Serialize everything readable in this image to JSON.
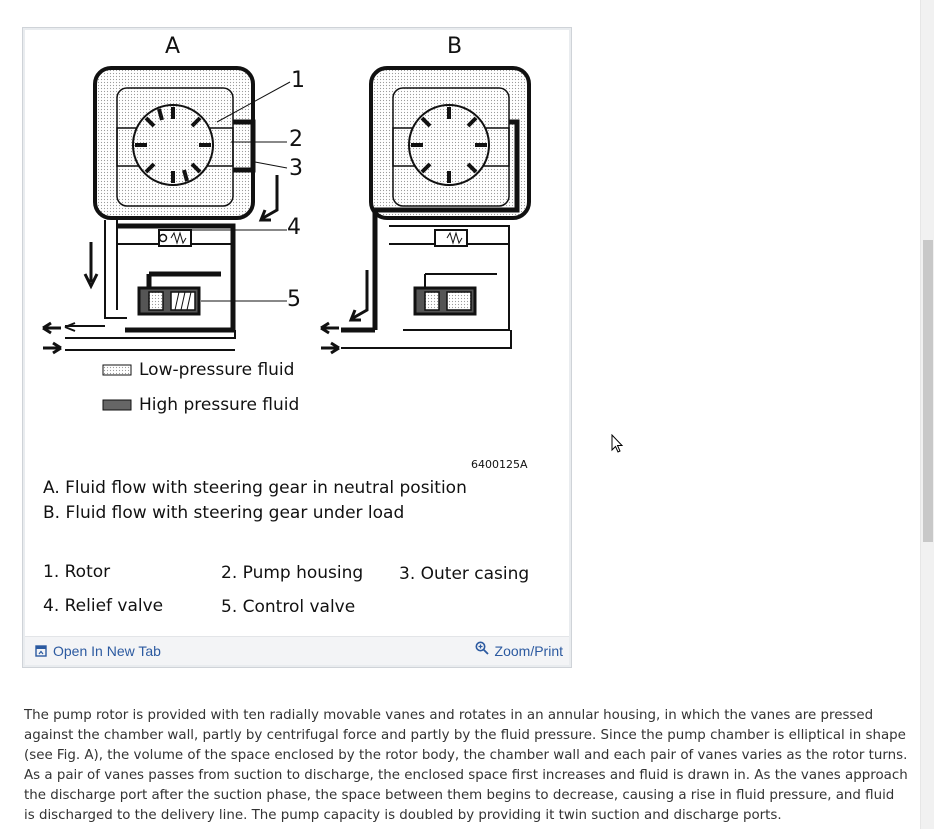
{
  "figure": {
    "panel_a_label": "A",
    "panel_b_label": "B",
    "callouts": [
      "1",
      "2",
      "3",
      "4",
      "5"
    ],
    "legend_low": "Low-pressure fluid",
    "legend_high": "High pressure fluid",
    "figure_code": "6400125A",
    "caption_a": "A. Fluid flow with steering gear in neutral position",
    "caption_b": "B. Fluid flow with steering gear under load",
    "parts": {
      "p1": "1. Rotor",
      "p2": "2. Pump housing",
      "p3": "3. Outer casing",
      "p4": "4. Relief valve",
      "p5": "5. Control valve"
    }
  },
  "toolbar": {
    "open_label": "Open In New Tab",
    "zoom_label": "Zoom/Print",
    "open_icon": "open-new-tab-icon",
    "zoom_icon": "magnifier-icon",
    "link_color": "#2c5aa0"
  },
  "description": " The pump rotor is provided with ten radially movable vanes and rotates in an annular housing, in which the vanes are pressed against the chamber wall, partly by centrifugal force and partly by the fluid pressure. Since the pump chamber is elliptical in shape (see Fig. A), the volume of the space enclosed by the rotor body, the chamber wall and each pair of vanes varies as the rotor turns. As a pair of vanes passes from suction to discharge, the enclosed space first increases and fluid is drawn in. As the vanes approach the discharge port after the suction phase, the space between them begins to decrease, causing a rise in fluid pressure, and fluid is discharged to the delivery line. The pump capacity is doubled by providing it twin suction and discharge ports."
}
